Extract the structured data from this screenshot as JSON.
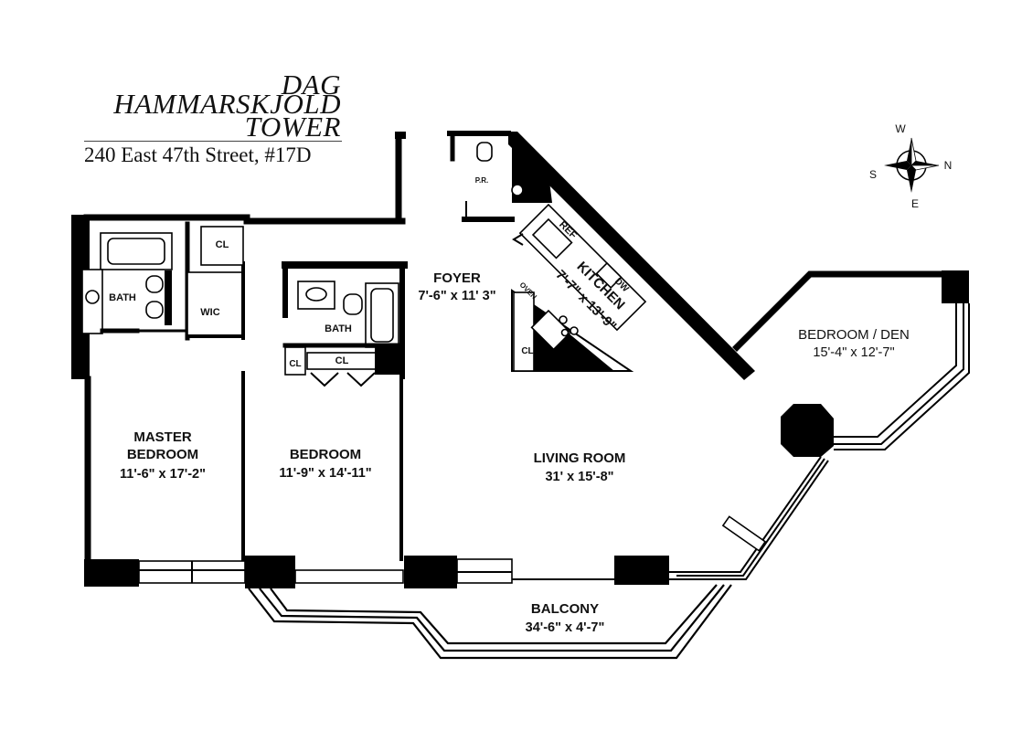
{
  "building": {
    "title_line1": "DAG",
    "title_line2": "HAMMARSKJOLD",
    "title_line3": "TOWER",
    "address": "240 East 47th Street, #17D"
  },
  "compass": {
    "north": "N",
    "south": "S",
    "east": "E",
    "west": "W"
  },
  "rooms": {
    "foyer": {
      "name": "FOYER",
      "dims": "7'-6\" x 11' 3\""
    },
    "kitchen": {
      "name": "KITCHEN",
      "dims": "7'-7\" x 13'-9\""
    },
    "master_bedroom": {
      "name_line1": "MASTER",
      "name_line2": "BEDROOM",
      "dims": "11'-6\" x 17'-2\""
    },
    "bedroom": {
      "name": "BEDROOM",
      "dims": "11'-9\" x 14'-11\""
    },
    "living_room": {
      "name": "LIVING ROOM",
      "dims": "31' x 15'-8\""
    },
    "bedroom_den": {
      "name": "BEDROOM / DEN",
      "dims": "15'-4\" x 12'-7\""
    },
    "balcony": {
      "name": "BALCONY",
      "dims": "34'-6\" x 4'-7\""
    }
  },
  "fixtures": {
    "bath1": "BATH",
    "bath2": "BATH",
    "wic": "WIC",
    "closet_top": "CL",
    "closet_bed": "CL",
    "closet_bed_small": "CL",
    "closet_kitchen": "CL",
    "powder_room": "P.R.",
    "refrigerator": "REF",
    "dishwasher": "DW",
    "oven": "OVEN"
  }
}
